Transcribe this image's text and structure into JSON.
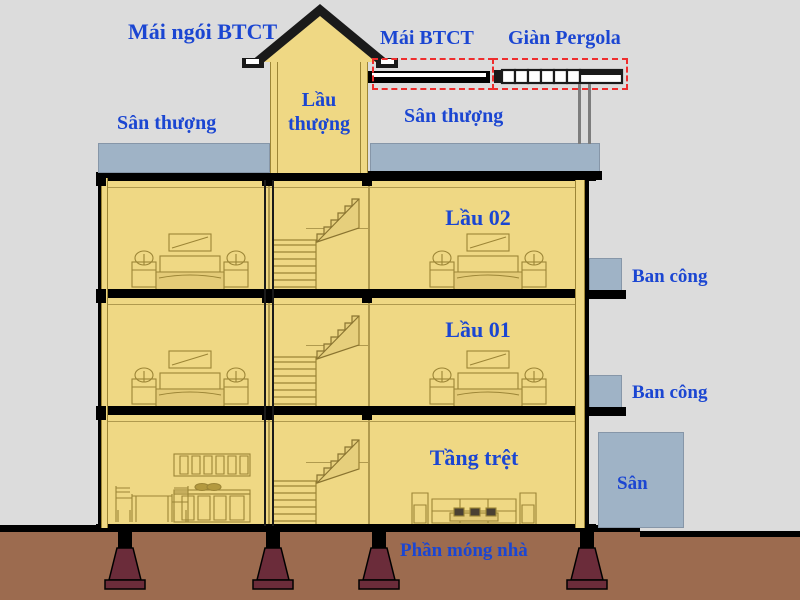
{
  "diagram": {
    "title_labels": {
      "roof_tile": "Mái ngói BTCT",
      "roof_btct": "Mái BTCT",
      "pergola": "Giàn Pergola",
      "terrace_left": "Sân thượng",
      "terrace_right": "Sân thượng",
      "penthouse": "Lầu\nthượng",
      "penthouse_line1": "Lầu",
      "penthouse_line2": "thượng",
      "floor2": "Lầu 02",
      "floor1": "Lầu 01",
      "ground": "Tầng trệt",
      "balcony_upper": "Ban công",
      "balcony_lower": "Ban công",
      "yard": "Sân",
      "foundation": "Phần móng nhà"
    },
    "colors": {
      "background": "#dcdcdc",
      "room_fill": "#efd884",
      "slab_blue": "#9fb3c6",
      "soil": "#9c6b4f",
      "footing": "#6b2c3a",
      "label_blue": "#1b46d2",
      "dashed_red": "#ef2d2d",
      "structure_black": "#000000",
      "line_gold": "#9c8536"
    },
    "icons": {
      "bed": "bed-icon",
      "nightstand": "nightstand-icon",
      "lamp": "lamp-icon",
      "picture": "picture-frame-icon",
      "sofa": "sofa-icon",
      "coffee_table": "coffee-table-icon",
      "dining_table": "dining-table-icon",
      "chair": "chair-icon",
      "cabinet": "cabinet-icon",
      "stairs": "stairs-icon",
      "footing": "footing-icon",
      "pergola_slat": "pergola-slat-icon"
    },
    "structure": {
      "floors": [
        "Tầng trệt",
        "Lầu 01",
        "Lầu 02",
        "Lầu thượng"
      ],
      "footing_count": 4,
      "pergola_slat_count": 6
    }
  }
}
